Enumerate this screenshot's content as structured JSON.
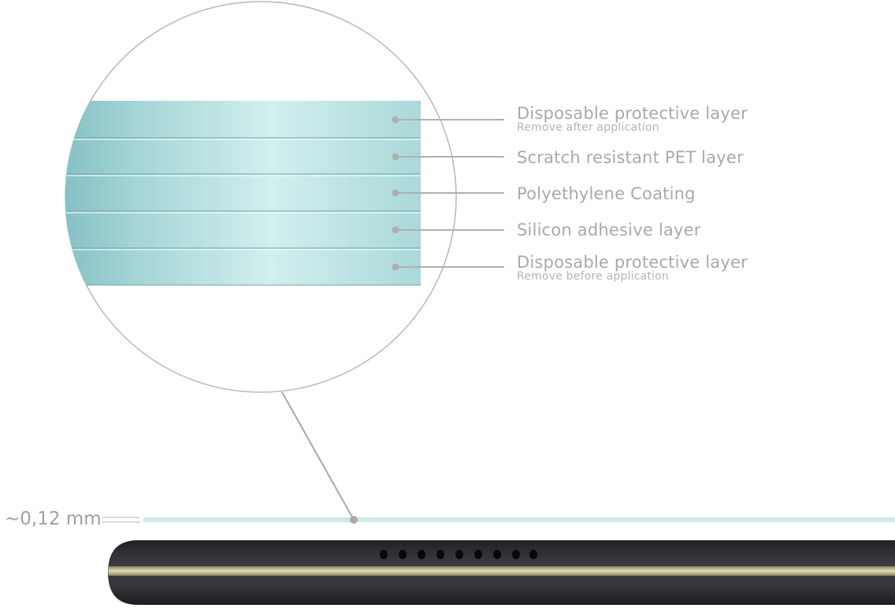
{
  "layers": [
    {
      "title": "Disposable protective layer",
      "note": "Remove after application"
    },
    {
      "title": "Scratch resistant PET layer",
      "note": ""
    },
    {
      "title": "Polyethylene Coating",
      "note": ""
    },
    {
      "title": "Silicon adhesive layer",
      "note": ""
    },
    {
      "title": "Disposable protective layer",
      "note": "Remove before application"
    }
  ],
  "thickness_label": "~0,12 mm",
  "colors": {
    "layer_fill": "#a8d8da",
    "label_text": "#a9a9a9",
    "callout_line": "#b0b0b0",
    "film": "#cfe8e8",
    "tablet_body": "#2e3033",
    "tablet_trim": "#cfc49a"
  }
}
